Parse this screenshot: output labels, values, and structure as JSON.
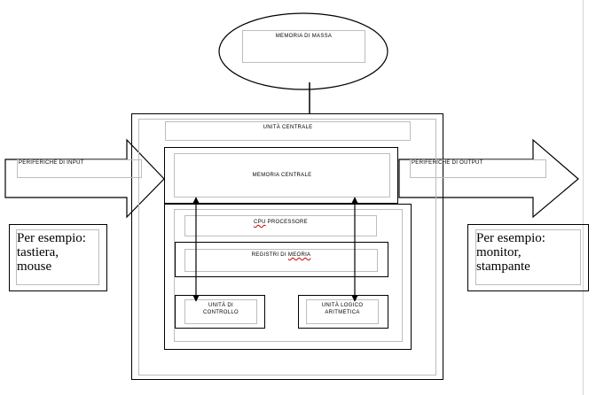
{
  "diagram": {
    "memoria_di_massa": "MEMORIA   DI MASSA",
    "unita_centrale": "UNITÀ  CENTRALE",
    "periferiche_input": "PERIFERICHE    DI INPUT",
    "periferiche_output": "PERIFERICHE    DI OUTPUT",
    "memoria_centrale": "MEMORIA   CENTRALE",
    "cpu_prefix": "CPU",
    "cpu_suffix": " PROCESSORE",
    "registri_prefix": "REGISTRI   DI ",
    "registri_suffix": "MEORIA",
    "unita_controllo": "UNITÀ   DI\nCONTROLLO",
    "unita_logico": "UNITÀ  LOGICO\nARITMETICA",
    "esempio_input": "Per esempio:\ntastiera,\nmouse",
    "esempio_output": "Per esempio:\nmonitor,\nstampante"
  }
}
